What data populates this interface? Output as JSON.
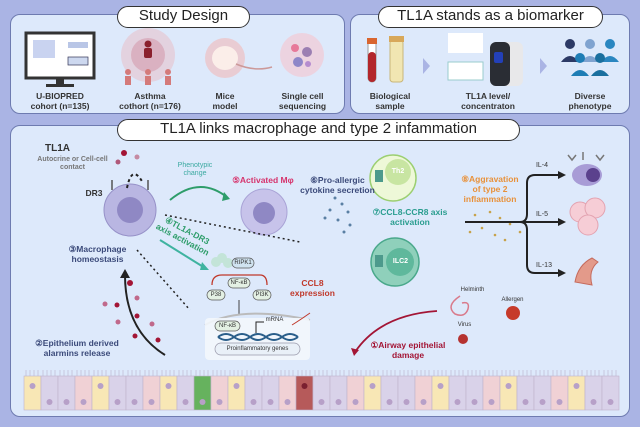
{
  "panels": {
    "study_design": {
      "title": "Study Design",
      "items": [
        {
          "icon": "computer-monitor-icon",
          "label_line1": "U-BIOPRED",
          "label_line2": "cohort (n=135)"
        },
        {
          "icon": "people-icon",
          "label_line1": "Asthma",
          "label_line2": "cothort (n=176)"
        },
        {
          "icon": "mouse-icon",
          "label_line1": "Mice",
          "label_line2": "model"
        },
        {
          "icon": "cells-icon",
          "label_line1": "Single cell",
          "label_line2": "sequencing"
        }
      ]
    },
    "biomarker": {
      "title": "TL1A stands as a biomarker",
      "items": [
        {
          "icon": "sample-tubes-icon",
          "label_line1": "Biological",
          "label_line2": "sample"
        },
        {
          "icon": "analyzer-icon",
          "label_line1": "TL1A level/",
          "label_line2": "concentraton"
        },
        {
          "icon": "people-group-icon",
          "label_line1": "Diverse",
          "label_line2": "phenotype"
        }
      ]
    },
    "mechanism": {
      "title": "TL1A links macrophage and type 2 infammation",
      "tl1a": "TL1A",
      "autocrine_line1": "Autocrine or Cell-cell",
      "autocrine_line2": "contact",
      "dr3": "DR3",
      "phenotypic_line1": "Phenotypic",
      "phenotypic_line2": "change",
      "activated": "⑤Activated Mφ",
      "pro_allergic_line1": "⑥Pro-allergic",
      "pro_allergic_line2": "cytokine secretion",
      "th2": "Th2",
      "ilc2": "ILC2",
      "ccl8_ccr8_line1": "⑦CCL8-CCR8 axis",
      "ccl8_ccr8_line2": "activation",
      "aggravation_line1": "⑧Aggravation",
      "aggravation_line2": "of type 2",
      "aggravation_line3": "inflammation",
      "il4": "IL-4",
      "il5": "IL-5",
      "il13": "IL-13",
      "homeostasis_line1": "③Macrophage",
      "homeostasis_line2": "homeostasis",
      "axis_line1": "④TL1A-DR3",
      "axis_line2": "axis activation",
      "ripk1": "RIPK1",
      "nfkb": "NF-κB",
      "p38": "P38",
      "pi3k": "PI3K",
      "nfkb_nuclear": "NF-κB",
      "mrna": "mRNA",
      "ccl8_line1": "CCL8",
      "ccl8_line2": "expression",
      "genes": "Proinflammatory genes",
      "alarmins_line1": "②Epithelium derived",
      "alarmins_line2": "alarmins release",
      "helminth": "Helminth",
      "allergen": "Allergen",
      "virus": "Virus",
      "damage_line1": "①Airway epithelial",
      "damage_line2": "damage"
    }
  },
  "colors": {
    "background": "#aab4e4",
    "panel": "#dde9fb",
    "teal": "#2a9d8f",
    "pink": "#d6336c",
    "orange": "#e8913a",
    "darkred": "#a31535",
    "navy": "#3b4a7a"
  }
}
